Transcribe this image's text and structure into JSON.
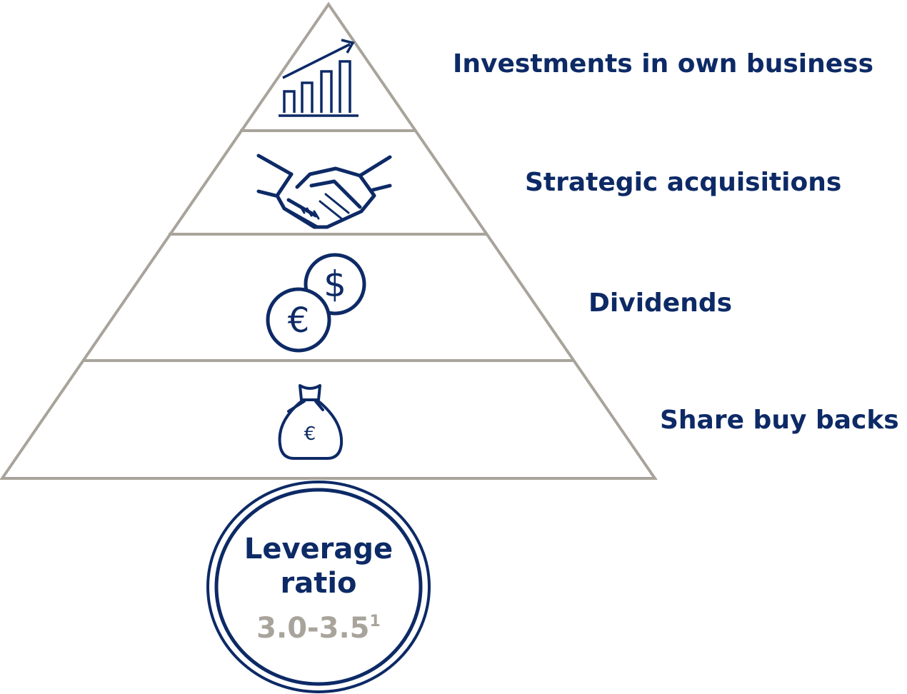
{
  "tiers": [
    {
      "label": "Investments in own business",
      "icon": "bar-chart-growth-icon"
    },
    {
      "label": "Strategic acquisitions",
      "icon": "handshake-icon"
    },
    {
      "label": "Dividends",
      "icon": "coins-icon"
    },
    {
      "label": "Share buy backs",
      "icon": "money-bag-icon"
    }
  ],
  "leverage": {
    "title_line1": "Leverage",
    "title_line2": "ratio",
    "value": "3.0-3.5",
    "footnote": "1"
  },
  "icon_text": {
    "dollar": "$",
    "euro": "€"
  },
  "colors": {
    "navy": "#0d2a66",
    "pyramid_line": "#a9a49b",
    "value_gray": "#a9a49b"
  }
}
